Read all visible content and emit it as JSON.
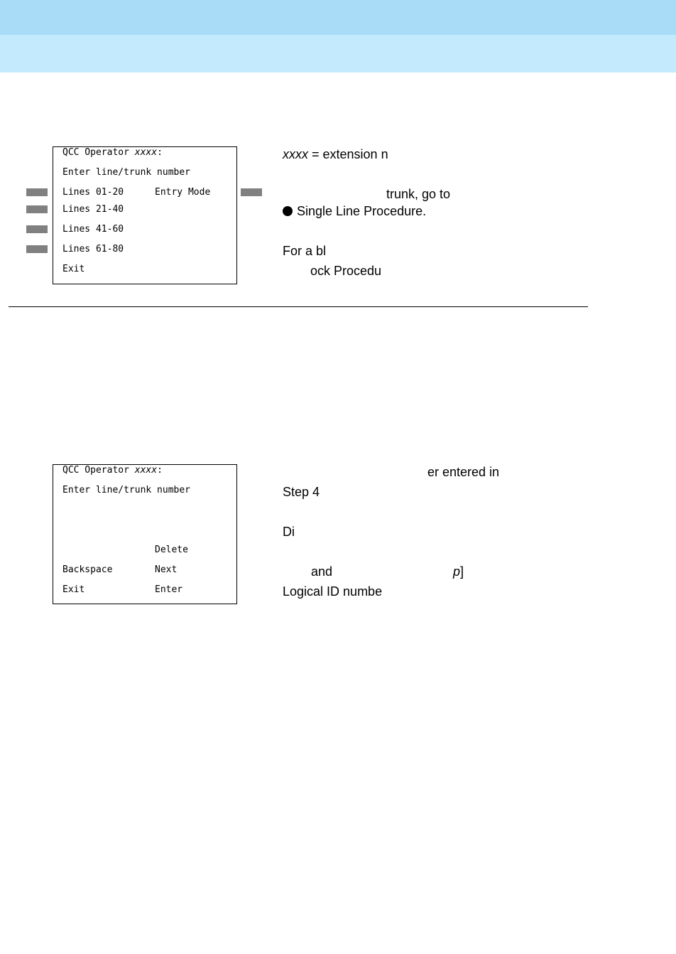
{
  "screen1": {
    "title_prefix": "QCC Operator ",
    "title_var": "xxxx",
    "title_suffix": ":",
    "prompt": "Enter line/trunk number",
    "lines_01_20": "Lines 01-20",
    "entry_mode": "Entry Mode",
    "lines_21_40": "Lines 21-40",
    "lines_41_60": "Lines 41-60",
    "lines_61_80": "Lines 61-80",
    "exit": "Exit"
  },
  "text1": {
    "ext_var": "xxxx",
    "ext_rest": " = extension n",
    "trunk_goto": "trunk, go to",
    "single_line": "Single Line Procedure.",
    "for_a_bl": "For a bl",
    "ock_procedu": "ock Procedu"
  },
  "screen2": {
    "title_prefix": "QCC Operator ",
    "title_var": "xxxx",
    "title_suffix": ":",
    "prompt": "Enter line/trunk number",
    "delete": "Delete",
    "backspace": "Backspace",
    "next": "Next",
    "exit": "Exit",
    "enter": "Enter"
  },
  "text2": {
    "er_entered_in": "er entered in",
    "step4": "Step 4",
    "di": "Di",
    "and": "and",
    "p_var": "p",
    "p_bracket": "]",
    "logical_id": "Logical ID numbe"
  },
  "colors": {
    "band_top": "#a9dcf7",
    "band_bottom": "#c4eafd",
    "softkey": "#808080"
  }
}
